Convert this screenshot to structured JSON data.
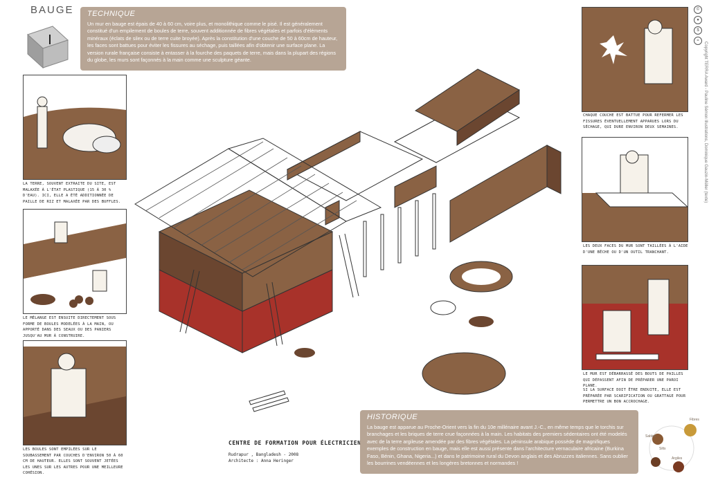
{
  "page": {
    "title": "BAUGE"
  },
  "technique": {
    "heading": "TECHNIQUE",
    "text": "Un mur en bauge est épais de 40 à 60 cm, voire plus, et monolithique comme le pisé. Il est généralement constitué d'un empilement de boules de terre, souvent additionnée de fibres végétales et parfois d'éléments minéraux (éclats de silex ou de terre cuite broyée). Après la constitution d'une couche de 50 à 60cm de hauteur, les faces sont battues pour éviter les fissures au séchage, puis taillées afin d'obtenir une surface plane. La version rurale française consiste à entasser à la fourche des paquets de terre, mais dans la plupart des régions du globe, les murs sont façonnés à la main comme une sculpture géante."
  },
  "historique": {
    "heading": "HISTORIQUE",
    "text": "La bauge est apparue au Proche-Orient vers la fin du 10e millénaire avant J.-C., en même temps que le torchis sur branchages et les briques de terre crue façonnées à la main. Les habitats des premiers sédentaires ont été modelés avec de la terre argileuse amendée par des fibres végétales. La péninsule arabique possède de magnifiques exemples de construction en bauge, mais elle est aussi présente dans l'architecture vernaculaire africaine (Burkina Faso, Bénin, Ghana, Nigeria...) et dans le patrimoine rural du Devon anglais et des Abruzzes italiennes. Sans oublier les bourrines vendéennes et les longères bretonnes et normandes !"
  },
  "left_captions": [
    "La terre, souvent extraite du site, est malaxée à l'état plastique (15 à 30 % d'eau). Ici, elle a été additionnée de paille de riz et malaxée par des buffles.",
    "Le mélange est ensuite directement sous forme de boules modelées à la main, ou apporté dans des seaux ou des paniers jusqu'au mur à construire.",
    "Les boules sont empilées sur le soubassement par couches d'environ 50 à 60 cm de hauteur. Elles sont souvent jetées les unes sur les autres pour une meilleure cohésion."
  ],
  "right_captions": [
    "Chaque couche est battue pour refermer les fissures éventuellement apparues lors du séchage, qui dure environ deux semaines.",
    "Les deux faces du mur sont taillées à l'aide d'une bêche ou d'un outil tranchant.",
    "Le mur est débarrassé des bouts de pailles qui dépassent afin de préparer une paroi plane.",
    "Si la surface doit être enduite, elle est préparée par scarification ou grattage pour permettre un bon accrochage."
  ],
  "building": {
    "name": "CENTRE DE FORMATION POUR ÉLECTRICIENS",
    "location": "Rudrapur , Bangladesh - 2008",
    "architect": "Architecte : Anna Heringer"
  },
  "soil_labels": [
    "Fibres",
    "Sables",
    "Silts",
    "Argiles"
  ],
  "credit": "Copyright TERRA Award - Pauline Sémon Illustrations, Dominique Gauzin-Müller (texte)",
  "colors": {
    "box_bg": "#b7a595",
    "earth": "#8a6244",
    "earth_dark": "#6b4630",
    "red_plinth": "#a8322a"
  }
}
